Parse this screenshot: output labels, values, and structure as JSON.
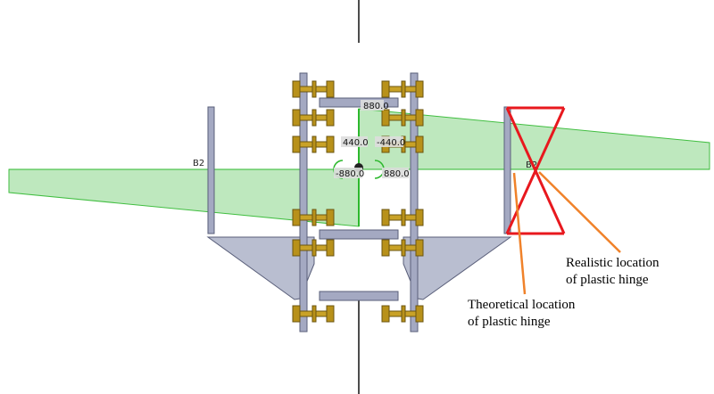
{
  "diagram": {
    "members": {
      "left_beam": "B2",
      "right_beam": "B2"
    },
    "moment_labels": {
      "top": "880.0",
      "left_upper": "440.0",
      "right_upper": "-440.0",
      "left_mid": "-880.0",
      "right_mid": "880.0"
    },
    "annotations": {
      "realistic_line1": "Realistic location",
      "realistic_line2": "of plastic hinge",
      "theoretical_line1": "Theoretical location",
      "theoretical_line2": "of plastic hinge"
    },
    "colors": {
      "moment_fill": "#b8e6b8",
      "moment_stroke": "#2db82d",
      "steel": "#a4a9c2",
      "steel_edge": "#5a5f7a",
      "bolt": "#c9a227",
      "hinge_marker": "#e8181e",
      "pointer": "#f0822a"
    }
  }
}
